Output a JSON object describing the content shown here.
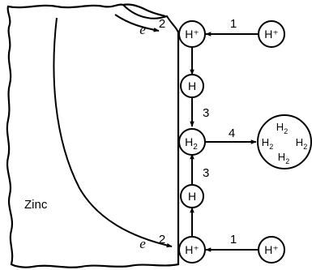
{
  "diagram": {
    "metal_label": "Zinc",
    "electron_label": "e",
    "step_labels": {
      "transfer": "2",
      "approach": "1",
      "combine": "3",
      "evolve": "4"
    },
    "species": {
      "hydrogen_ion": "H⁺",
      "hydrogen_atom": "H",
      "hydrogen_molecule_base": "H",
      "hydrogen_molecule_sub": "2"
    }
  }
}
